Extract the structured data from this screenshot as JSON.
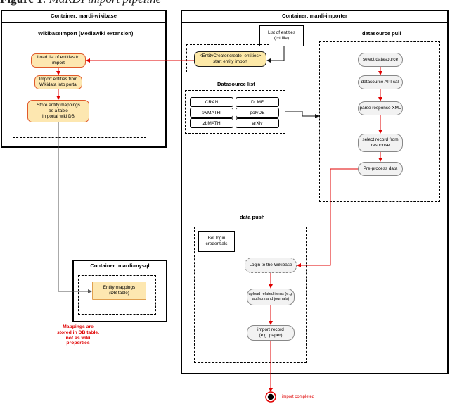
{
  "caption": {
    "figure": "Figure 1",
    "text": "MaRDI import pipeline"
  },
  "containers": {
    "wikibase": {
      "title": "Container: mardi-wikibase",
      "extension_label": "WikibaseImport (Mediawiki extension)",
      "steps": [
        "Load list of entities to\nimport",
        "Import entities from\nWikidata into portal",
        "Store entity mappings\nas a table\nin portal wiki DB"
      ]
    },
    "mysql": {
      "title": "Container: mardi-mysql",
      "db_node": "Entity mappings\n(DB table)"
    },
    "importer": {
      "title": "Container: mardi-importer",
      "entity_list": "List of entities\n(txt file)",
      "create_entities": "<EntityCreator.create_entities>\nstart entity import",
      "datasource_list_label": "Datasource list",
      "datasources": [
        "CRAN",
        "DLMF",
        "swMATHI",
        "polyDB",
        "zbMATH",
        "arXiv"
      ],
      "pull_label": "datasource pull",
      "pull_steps": [
        "select datasource",
        "datasource API call",
        "parse response XML",
        "select record from\nresponse",
        "Pre-process data"
      ],
      "push_label": "data push",
      "bot_credentials": "Bot login\ncredentials",
      "push_steps": [
        "Login to the Wikibase",
        "upload related items (e.g.\nauthors and journals)",
        "import record\n(e.g. paper)"
      ]
    }
  },
  "note": "Mappings are\nstored in  DB table,\nnot as wiki\nproperties",
  "end_label": "import completed",
  "colors": {
    "accent_red": "#e00000",
    "orange_fill": "#fde7b0",
    "orange_border": "#e05a2a",
    "grey_fill": "#f2f2f2"
  }
}
